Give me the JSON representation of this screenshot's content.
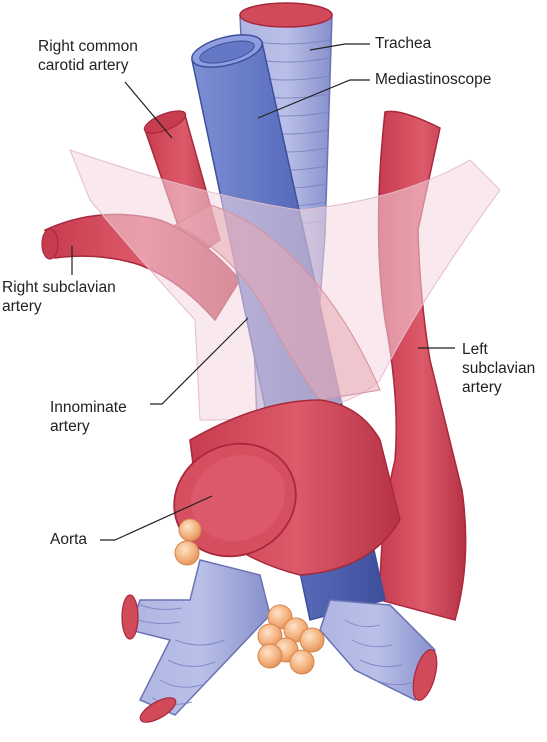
{
  "labels": {
    "right_common_carotid": [
      "Right common",
      "carotid artery"
    ],
    "trachea": "Trachea",
    "mediastinoscope": "Mediastinoscope",
    "right_subclavian": [
      "Right subclavian",
      "artery"
    ],
    "left_subclavian": [
      "Left",
      "subclavian",
      "artery"
    ],
    "innominate": [
      "Innominate",
      "artery"
    ],
    "aorta": "Aorta"
  },
  "colors": {
    "artery": "#d14a5a",
    "artery_dark": "#a8283c",
    "artery_light": "#e58a94",
    "airway": "#9ea6d8",
    "airway_dark": "#6a72b4",
    "scope": "#6a7ec8",
    "scope_dark": "#3e4f9c",
    "lymph_node": "#f2b07c",
    "leader_line": "#222222"
  }
}
